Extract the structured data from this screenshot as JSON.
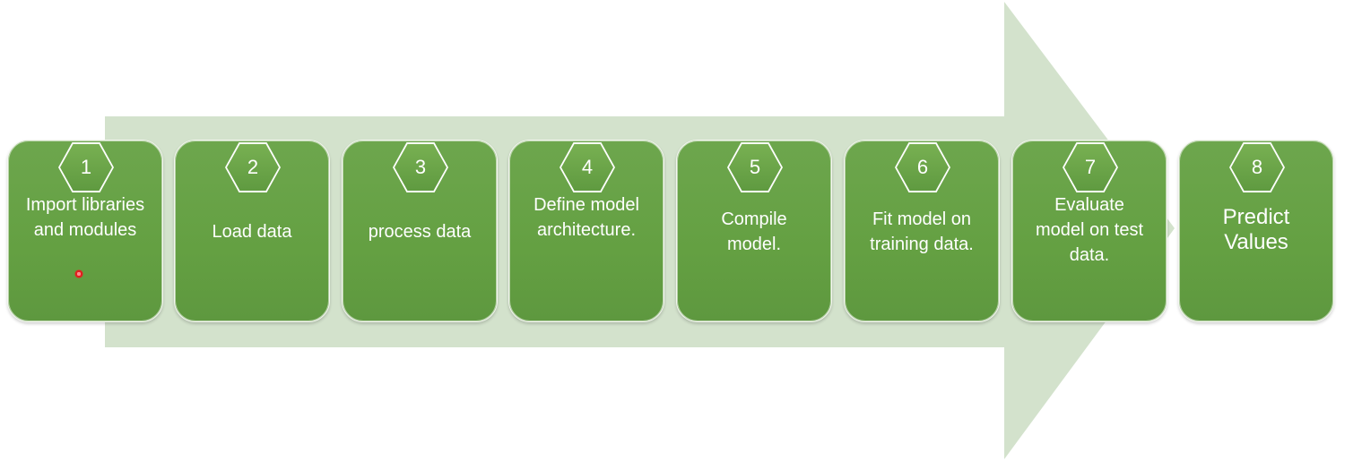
{
  "steps": [
    {
      "number": "1",
      "label": "Import libraries and modules"
    },
    {
      "number": "2",
      "label": "Load data"
    },
    {
      "number": "3",
      "label": "process data"
    },
    {
      "number": "4",
      "label": "Define model architecture."
    },
    {
      "number": "5",
      "label": "Compile model."
    },
    {
      "number": "6",
      "label": "Fit model on training data."
    },
    {
      "number": "7",
      "label": "Evaluate model on test data."
    },
    {
      "number": "8",
      "label": "Predict Values"
    }
  ],
  "colors": {
    "arrow": "#d3e2cc",
    "box": "#64a042",
    "text": "#ffffff"
  }
}
